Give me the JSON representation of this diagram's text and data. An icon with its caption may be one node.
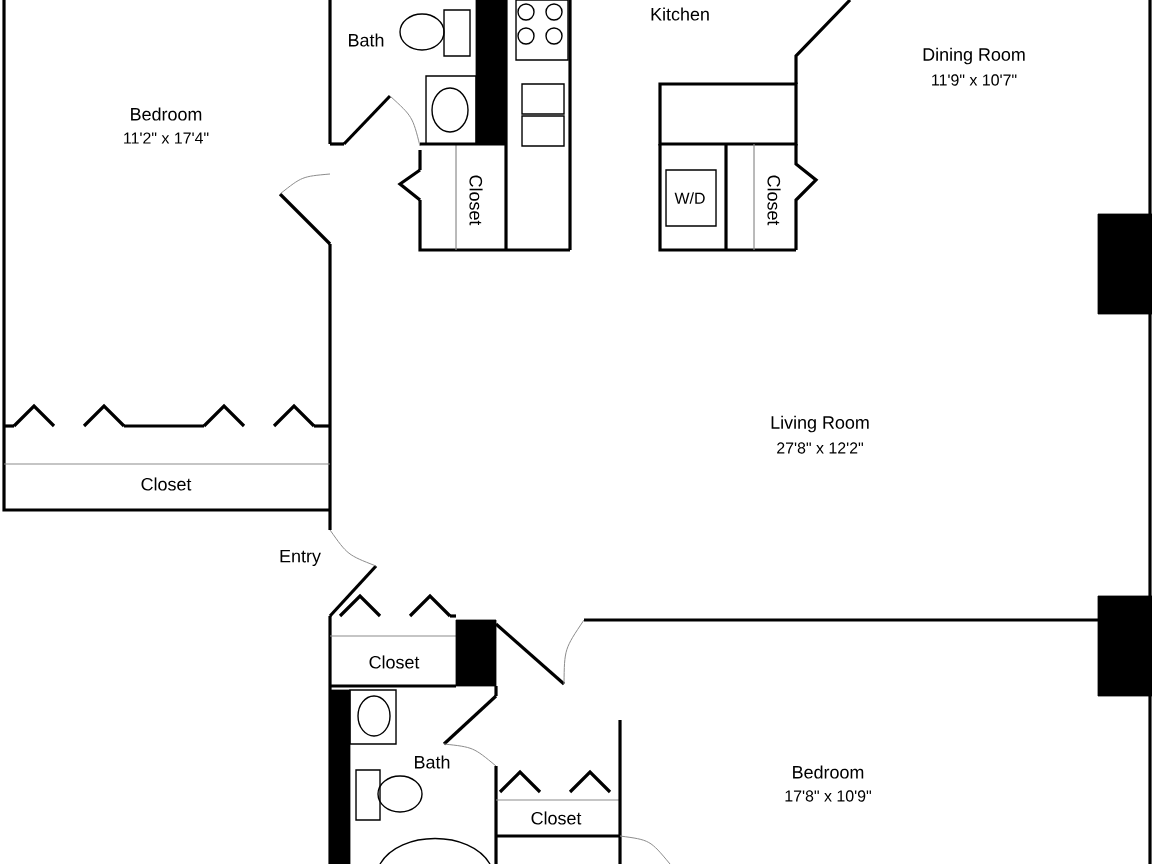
{
  "diagram": {
    "labels": [
      "Kitchen",
      "Bath",
      "Dining Room",
      "11'9\" x 10'7\"",
      "Bedroom",
      "11'2\" x 17'4\"",
      "Closet",
      "W/D",
      "Closet",
      "Living Room",
      "27'8\" x 12'2\"",
      "Closet",
      "Entry",
      "Closet",
      "Bath",
      "Bedroom",
      "17'8\" x 10'9\"",
      "Closet"
    ]
  }
}
